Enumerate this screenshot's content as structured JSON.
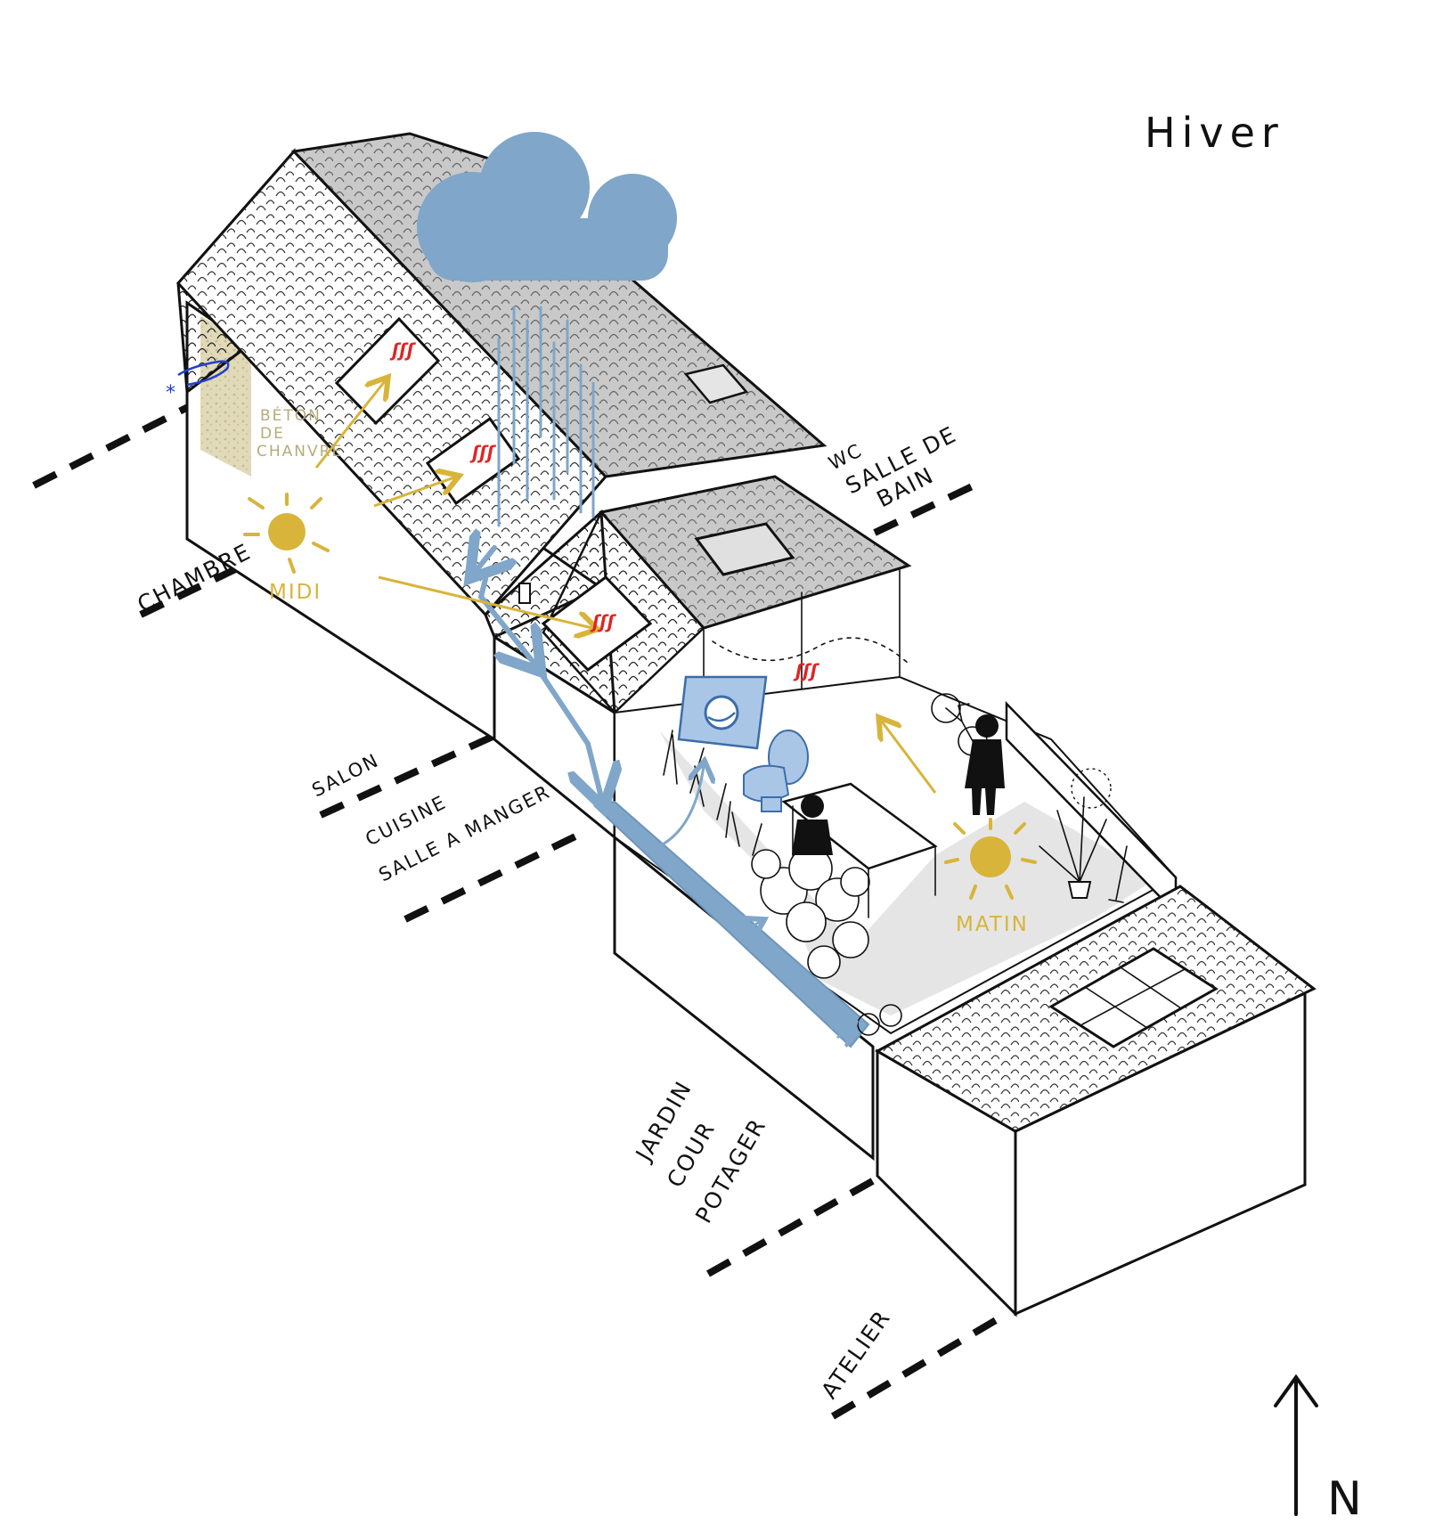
{
  "title": "Hiver",
  "north_label": "N",
  "zones": {
    "chambre": "CHAMBRE",
    "salon": "SALON",
    "cuisine": "CUISINE",
    "salle_a_manger": "SALLE A MANGER",
    "wc": "WC",
    "salle_de": "SALLE DE",
    "bain": "BAIN",
    "jardin": "JARDIN",
    "cour": "COUR",
    "potager": "POTAGER",
    "atelier": "ATELIER"
  },
  "sun": {
    "midi": "MIDI",
    "matin": "MATIN"
  },
  "material": {
    "line1": "BÉTON",
    "line2": "DE",
    "line3": "CHANVRE"
  },
  "heat_symbol": "ʃʃʃ",
  "colors": {
    "rain_blue": "#80a6c9",
    "sun_yellow": "#d8b43a",
    "heat_red": "#e02424",
    "roof_grey": "#bdbdbd",
    "shadow_grey": "#c7c7c7",
    "hemp_beige": "#d8cfa8",
    "ink": "#111111",
    "wind_blue": "#2040d0"
  },
  "icons": [
    "cloud-icon",
    "sun-icon",
    "washing-machine-icon",
    "toilet-icon",
    "bicycle-icon",
    "person-icon",
    "plant-icon",
    "north-arrow-icon"
  ]
}
